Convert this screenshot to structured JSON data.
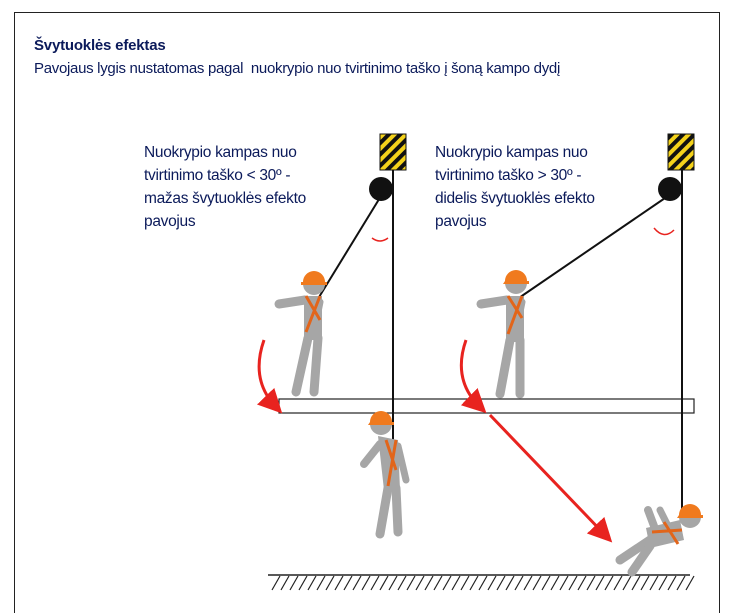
{
  "title": "Švytuoklės efektas",
  "subtitle": "Pavojaus lygis nustatomas pagal  nuokrypio nuo tvirtinimo taško į šoną kampo dydį",
  "scenarios": [
    {
      "caption_lines": [
        "Nuokrypio kampas nuo",
        "tvirtinimo taško < 30º -",
        "mažas švytuoklės efekto",
        "pavojus"
      ]
    },
    {
      "caption_lines": [
        "Nuokrypio kampas nuo",
        "tvirtinimo taško > 30º -",
        "didelis švytuoklės efekto",
        "pavojus"
      ]
    }
  ],
  "colors": {
    "text": "#0b1a5a",
    "worker_body": "#a6a6a6",
    "helmet": "#f07a1e",
    "harness": "#e2651a",
    "arrow": "#e8231f",
    "anchor_stripes": "#f4d21b"
  }
}
